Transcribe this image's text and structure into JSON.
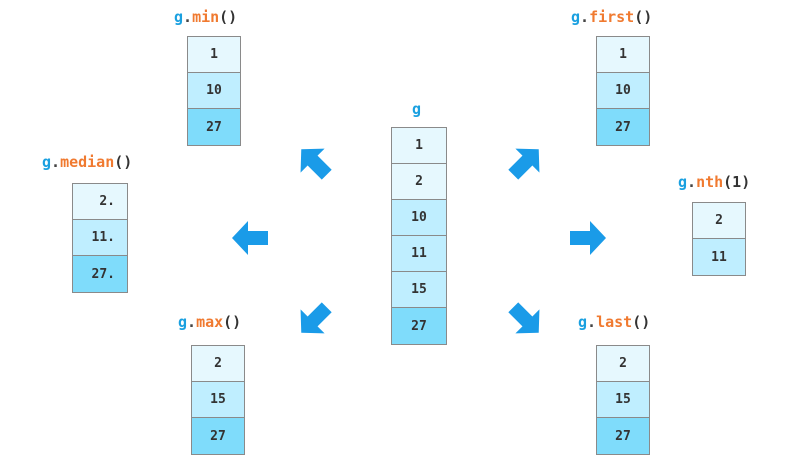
{
  "center": {
    "label": "g",
    "values": [
      "1",
      "2",
      "10",
      "11",
      "15",
      "27"
    ]
  },
  "min": {
    "obj": "g",
    "dot": ".",
    "fn": "min",
    "args": "()",
    "values": [
      "1",
      "10",
      "27"
    ]
  },
  "first": {
    "obj": "g",
    "dot": ".",
    "fn": "first",
    "args": "()",
    "values": [
      "1",
      "10",
      "27"
    ]
  },
  "median": {
    "obj": "g",
    "dot": ".",
    "fn": "median",
    "args": "()",
    "values": [
      "2.",
      "11.",
      "27."
    ]
  },
  "nth": {
    "obj": "g",
    "dot": ".",
    "fn": "nth",
    "args": "(1)",
    "values": [
      "2",
      "11"
    ]
  },
  "max": {
    "obj": "g",
    "dot": ".",
    "fn": "max",
    "args": "()",
    "values": [
      "2",
      "15",
      "27"
    ]
  },
  "last": {
    "obj": "g",
    "dot": ".",
    "fn": "last",
    "args": "()",
    "values": [
      "2",
      "15",
      "27"
    ]
  },
  "colors": {
    "arrow": "#1a9be8",
    "cell_light": "#e6f8fe",
    "cell_mid": "#bfeeff",
    "cell_dark": "#7fdcfb"
  }
}
